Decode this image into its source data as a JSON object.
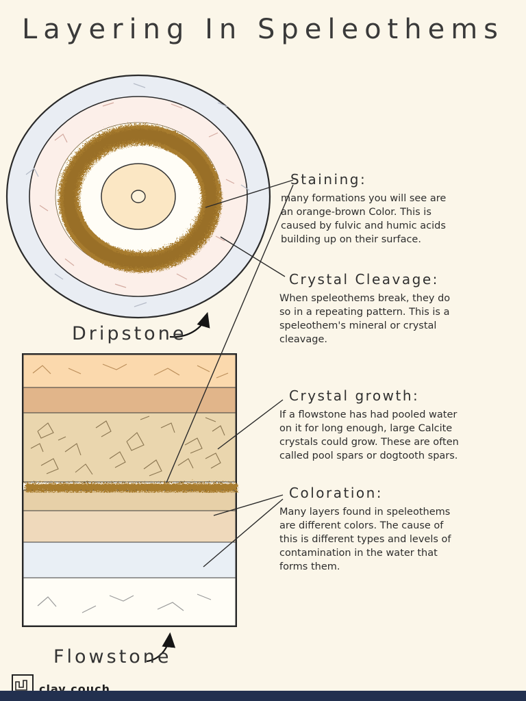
{
  "title": "Layering In Speleothems",
  "labels": {
    "dripstone": "Dripstone",
    "flowstone": "Flowstone"
  },
  "annotations": {
    "staining": {
      "heading": "Staining:",
      "body": "many formations you will see are an orange-brown Color. This is caused by fulvic and humic acids building up on their surface."
    },
    "cleavage": {
      "heading": "Crystal Cleavage:",
      "body": "When speleothems break, they do so in a repeating pattern. This is a speleothem's mineral or crystal cleavage."
    },
    "growth": {
      "heading": "Crystal growth:",
      "body": "If a flowstone has had pooled water on it for long enough, large Calcite crystals could grow. These are often called pool spars or dogtooth spars."
    },
    "coloration": {
      "heading": "Coloration:",
      "body": "Many layers found in speleothems are different colors. The cause of this is different types and levels of contamination in the water that forms them."
    }
  },
  "signature": "clay couch",
  "colors": {
    "background": "#fbf6e9",
    "outer_ring": "#e9edf3",
    "pink_ring": "#fcefe9",
    "stain_brown": "#a87c2d",
    "inner_cream": "#fbe7c4",
    "blue_layer": "#e9eff5",
    "footer_bar": "#22304f"
  }
}
